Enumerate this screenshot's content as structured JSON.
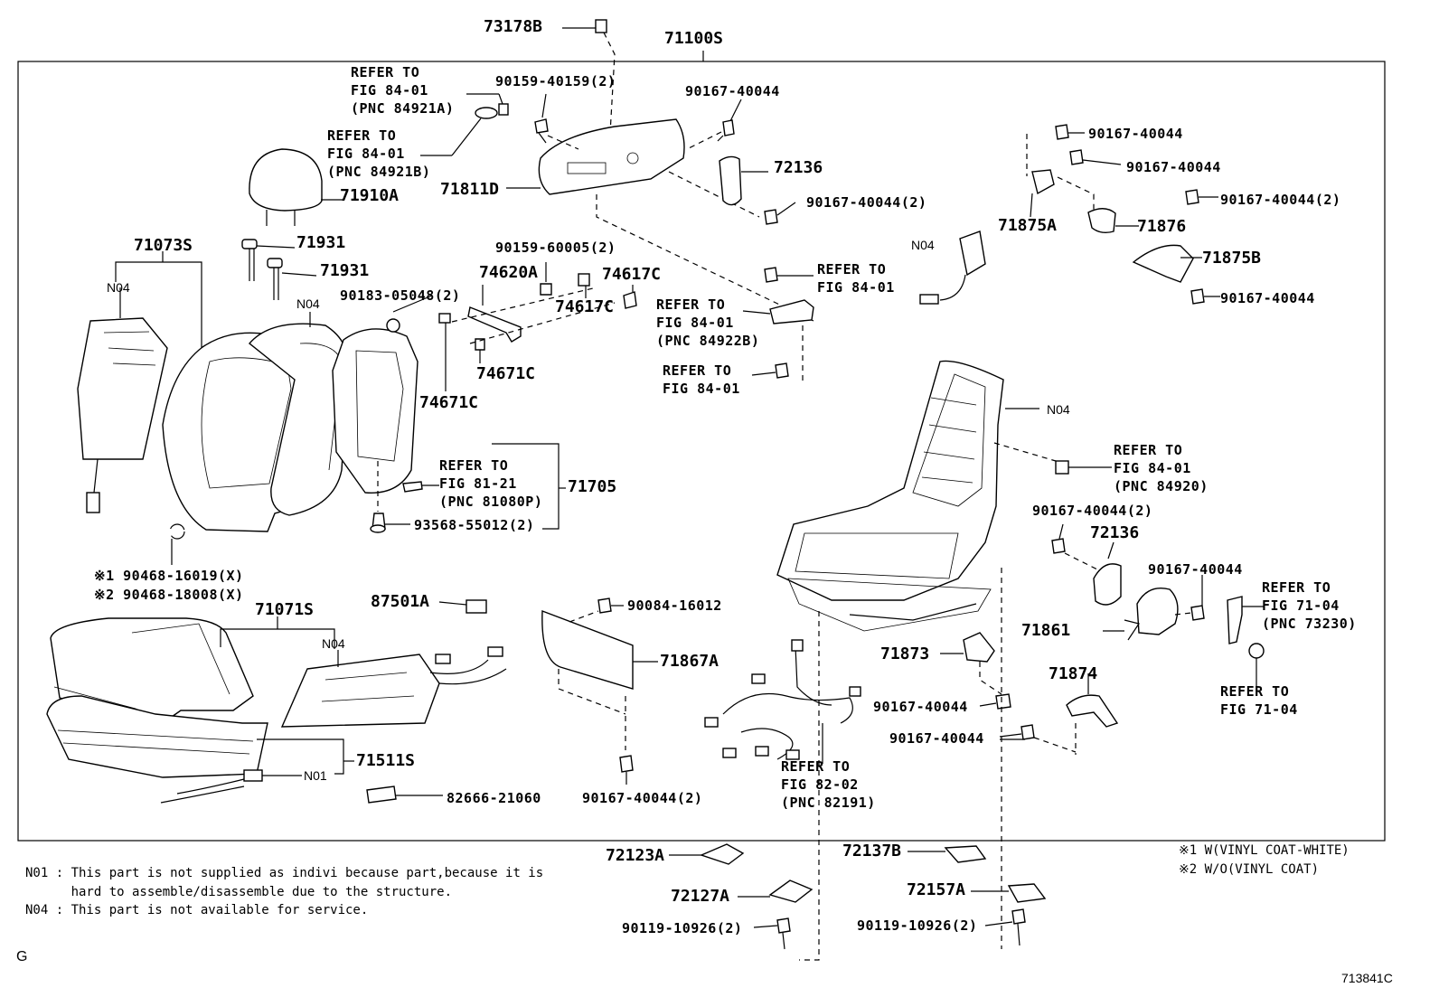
{
  "assembly": {
    "number": "71100S"
  },
  "top_part": "73178B",
  "parts": [
    {
      "id": "p1",
      "text": "71910A"
    },
    {
      "id": "p2",
      "text": "71931"
    },
    {
      "id": "p3",
      "text": "71931"
    },
    {
      "id": "p4",
      "text": "71073S"
    },
    {
      "id": "p5",
      "text": "71811D"
    },
    {
      "id": "p6",
      "text": "72136"
    },
    {
      "id": "p7",
      "text": "74620A"
    },
    {
      "id": "p8",
      "text": "74617C"
    },
    {
      "id": "p9",
      "text": "74617C"
    },
    {
      "id": "p10",
      "text": "74671C"
    },
    {
      "id": "p11",
      "text": "74671C"
    },
    {
      "id": "p12",
      "text": "71705"
    },
    {
      "id": "p13",
      "text": "87501A"
    },
    {
      "id": "p14",
      "text": "71071S"
    },
    {
      "id": "p15",
      "text": "71511S"
    },
    {
      "id": "p16",
      "text": "71867A"
    },
    {
      "id": "p17",
      "text": "71875A"
    },
    {
      "id": "p18",
      "text": "71876"
    },
    {
      "id": "p19",
      "text": "71875B"
    },
    {
      "id": "p20",
      "text": "72136"
    },
    {
      "id": "p21",
      "text": "71861"
    },
    {
      "id": "p22",
      "text": "71873"
    },
    {
      "id": "p23",
      "text": "71874"
    },
    {
      "id": "p24",
      "text": "72123A"
    },
    {
      "id": "p25",
      "text": "72127A"
    },
    {
      "id": "p26",
      "text": "72137B"
    },
    {
      "id": "p27",
      "text": "72157A"
    }
  ],
  "fasteners": [
    {
      "id": "f1",
      "text": "90159-40159(2)"
    },
    {
      "id": "f2",
      "text": "90167-40044"
    },
    {
      "id": "f3",
      "text": "90167-40044(2)"
    },
    {
      "id": "f4",
      "text": "90159-60005(2)"
    },
    {
      "id": "f5",
      "text": "90183-05048(2)"
    },
    {
      "id": "f6",
      "text": "93568-55012(2)"
    },
    {
      "id": "f7",
      "text": "90084-16012"
    },
    {
      "id": "f8",
      "text": "82666-21060"
    },
    {
      "id": "f9",
      "text": "90167-40044(2)"
    },
    {
      "id": "f10",
      "text": "90167-40044"
    },
    {
      "id": "f11",
      "text": "90167-40044"
    },
    {
      "id": "f12",
      "text": "90167-40044(2)"
    },
    {
      "id": "f13",
      "text": "90167-40044"
    },
    {
      "id": "f14",
      "text": "90167-40044(2)"
    },
    {
      "id": "f15",
      "text": "90167-40044"
    },
    {
      "id": "f16",
      "text": "90167-40044"
    },
    {
      "id": "f17",
      "text": "90167-40044"
    },
    {
      "id": "f18",
      "text": "90119-10926(2)"
    },
    {
      "id": "f19",
      "text": "90119-10926(2)"
    }
  ],
  "references": [
    {
      "id": "r1",
      "text": "REFER TO\nFIG 84-01\n(PNC 84921A)"
    },
    {
      "id": "r2",
      "text": "REFER TO\nFIG 84-01\n(PNC 84921B)"
    },
    {
      "id": "r3",
      "text": "REFER TO\nFIG 84-01"
    },
    {
      "id": "r4",
      "text": "REFER TO\nFIG 84-01\n(PNC 84922B)"
    },
    {
      "id": "r5",
      "text": "REFER TO\nFIG 84-01"
    },
    {
      "id": "r6",
      "text": "REFER TO\nFIG 81-21\n(PNC 81080P)"
    },
    {
      "id": "r7",
      "text": "REFER TO\nFIG 84-01\n(PNC 84920)"
    },
    {
      "id": "r8",
      "text": "REFER TO\nFIG 71-04\n(PNC 73230)"
    },
    {
      "id": "r9",
      "text": "REFER TO\nFIG 71-04"
    },
    {
      "id": "r10",
      "text": "REFER TO\nFIG 82-02\n(PNC 82191)"
    }
  ],
  "markers": [
    {
      "id": "m1",
      "text": "N04"
    },
    {
      "id": "m2",
      "text": "N04"
    },
    {
      "id": "m3",
      "text": "N04"
    },
    {
      "id": "m4",
      "text": "N04"
    },
    {
      "id": "m5",
      "text": "N04"
    },
    {
      "id": "m6",
      "text": "N01"
    }
  ],
  "variant_parts": [
    {
      "mark": "※1",
      "text": "※1 90468-16019(X)"
    },
    {
      "mark": "※2",
      "text": "※2 90468-18008(X)"
    }
  ],
  "legend": [
    {
      "text": "※1 W(VINYL COAT-WHITE)"
    },
    {
      "text": "※2 W/O(VINYL COAT)"
    }
  ],
  "notes": [
    {
      "code": "N01",
      "text": "N01 : This part is not supplied as indivi because part,because it is\n      hard to assemble/disassemble due to the structure."
    },
    {
      "code": "N04",
      "text": "N04 : This part is not available for service."
    }
  ],
  "corner_letter": "G",
  "figure_id": "713841C"
}
